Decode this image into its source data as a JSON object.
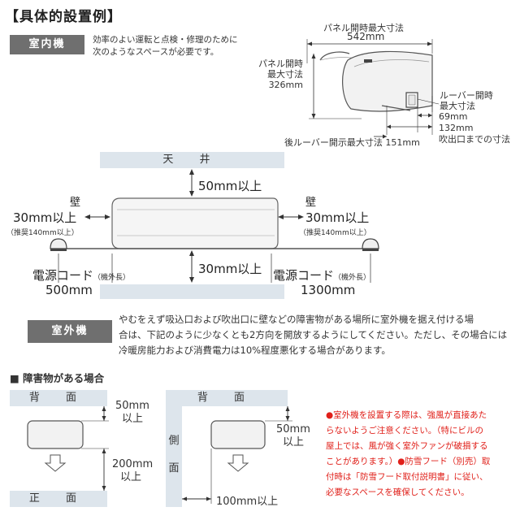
{
  "page_title": "【具体的設置例】",
  "indoor": {
    "tag": "室内機",
    "description": [
      "効率のよい運転と点検・修理のために",
      "次のようなスペースが必要です。"
    ],
    "panel_width_label": "パネル開時最大寸法",
    "panel_width_value": "542mm",
    "panel_height_label": [
      "パネル開時",
      "最大寸法"
    ],
    "panel_height_value": "326mm",
    "louver_label": [
      "ルーバー開時",
      "最大寸法"
    ],
    "louver_value": "69mm",
    "outlet_value": "132mm",
    "outlet_label": "吹出口までの寸法",
    "rear_louver_label": "後ルーバー開示最大寸法",
    "rear_louver_value": "151mm"
  },
  "clearance": {
    "ceiling": "天 井",
    "top": "50mm以上",
    "wall_left": "壁",
    "wall_right": "壁",
    "side_left": "30mm以上",
    "side_right": "30mm以上",
    "recommend_left": "（推奨140mm以上）",
    "recommend_right": "（推奨140mm以上）",
    "bottom": "30mm以上",
    "cord_label": "電源コード",
    "cord_note": "（機外長）",
    "cord_left_value": "500mm",
    "cord_right_value": "1300mm"
  },
  "outdoor": {
    "tag": "室外機",
    "description": [
      "やむをえず吸込口および吹出口に壁などの障害物がある場所に室外機を据え付ける場",
      "合は、下記のように少なくとも2方向を開放するようにしてください。ただし、その場合には",
      "冷暖房能力および消費電力は10%程度悪化する場合があります。"
    ],
    "obstacle_heading": "■ 障害物がある場合",
    "back": "背 面",
    "front": "正 面",
    "side": [
      "側",
      "面"
    ],
    "left_back_gap": [
      "50mm",
      "以上"
    ],
    "left_front_gap": [
      "200mm",
      "以上"
    ],
    "right_back_gap": [
      "50mm",
      "以上"
    ],
    "right_side_gap": "100mm以上",
    "notes": [
      "●室外機を設置する際は、強風が直接あた",
      "らないようご注意ください。（特にビルの",
      "屋上では、風が強く室外ファンが破損する",
      "ことがあります。）●防雪フード（別売）取",
      "付時は「防雪フード取付説明書」に従い、",
      "必要なスペースを確保してください。"
    ]
  },
  "colors": {
    "band": "#dde5ec",
    "tag": "#6f6f6f",
    "note": "#e0201a"
  }
}
